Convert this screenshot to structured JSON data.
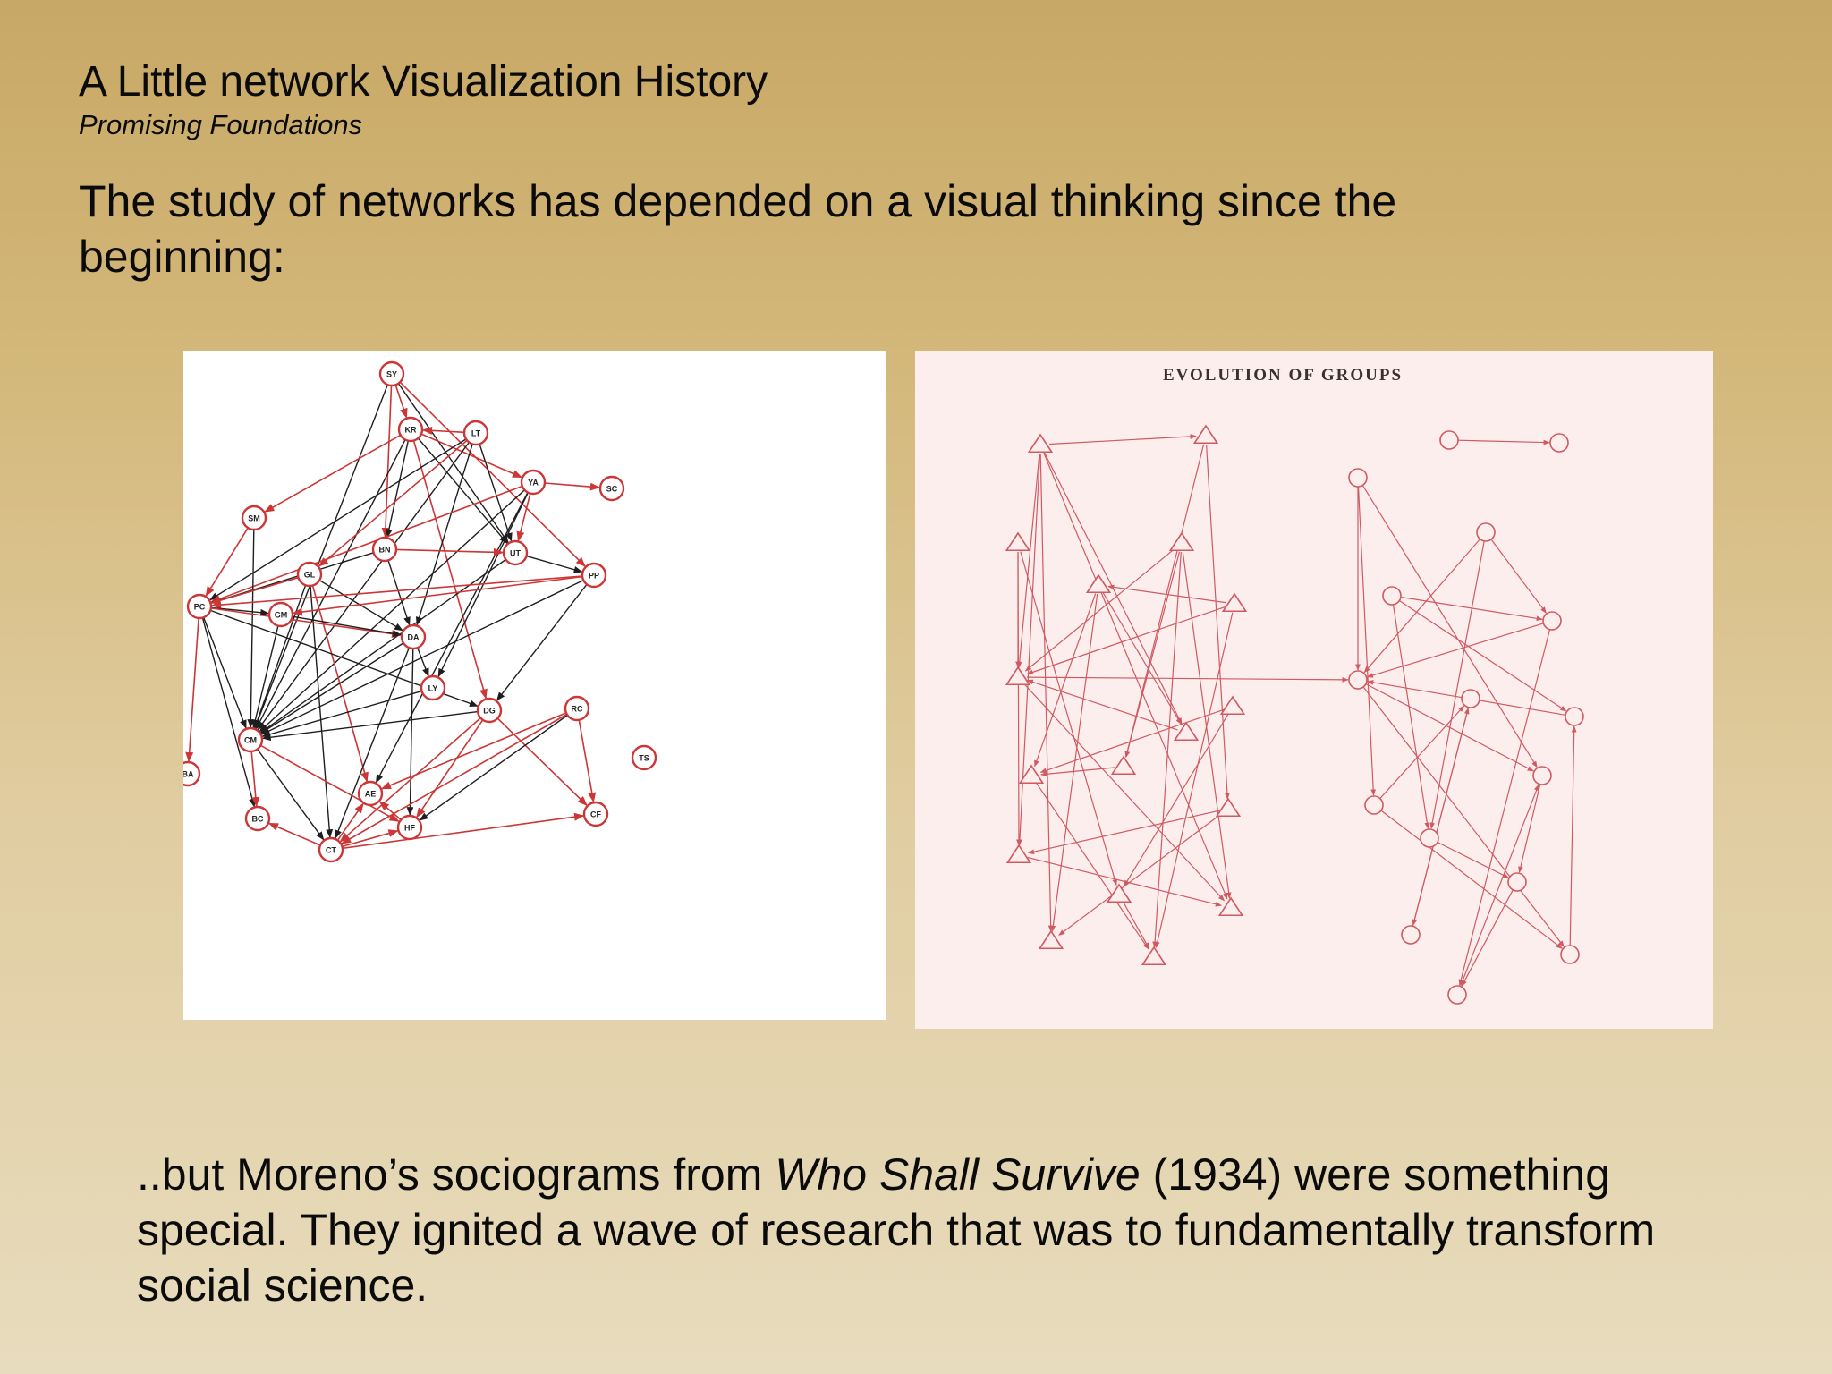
{
  "slide": {
    "title": "A Little network Visualization History",
    "subtitle": "Promising Foundations",
    "intro": "The study of networks has depended on a visual thinking since the beginning:",
    "closing": {
      "prefix": "..but Moreno’s sociograms from ",
      "book_title": "Who Shall Survive",
      "suffix": " (1934) were something special.  They ignited a wave of research that was to fundamentally transform social science."
    }
  },
  "figures": {
    "left": {
      "nodes": [
        "SY",
        "KR",
        "LT",
        "YA",
        "SC",
        "SM",
        "BN",
        "UT",
        "GL",
        "PP",
        "PC",
        "GM",
        "DA",
        "LY",
        "DG",
        "RC",
        "CM",
        "BA",
        "TS",
        "AE",
        "BC",
        "HF",
        "CF",
        "CT"
      ],
      "colors": {
        "red": "#cc3636",
        "black": "#1e1e1e"
      }
    },
    "right": {
      "heading": "EVOLUTION OF GROUPS",
      "color": "#cf5a62"
    }
  }
}
